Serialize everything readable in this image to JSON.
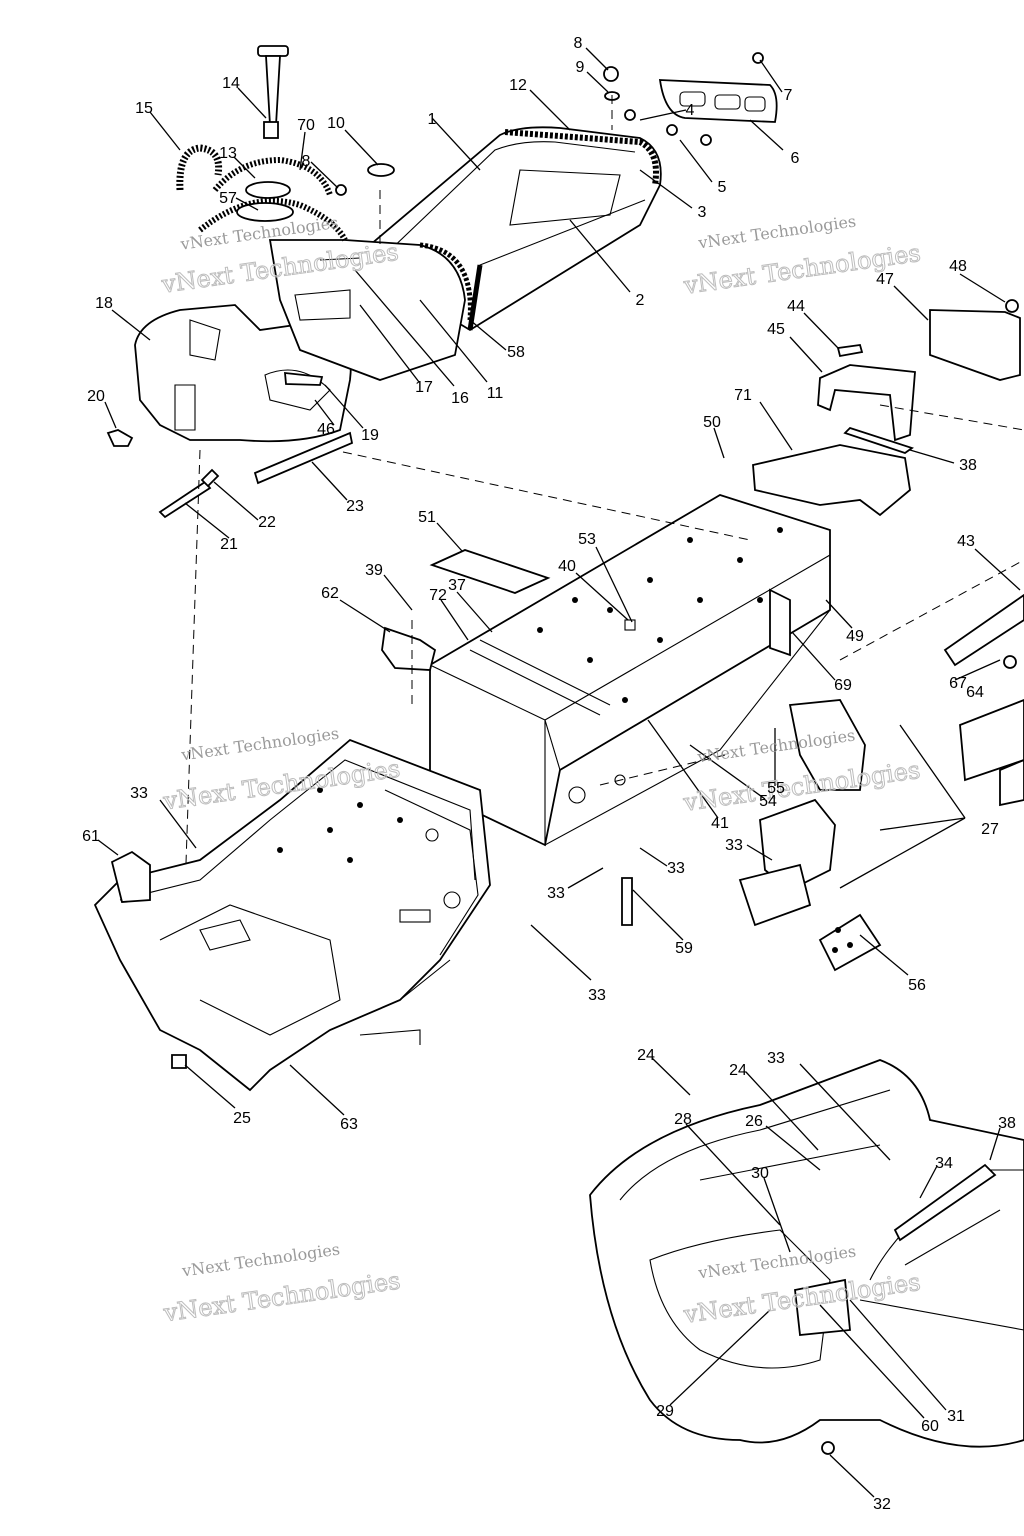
{
  "callouts": [
    {
      "num": "1"
    },
    {
      "num": "2"
    },
    {
      "num": "3"
    },
    {
      "num": "5"
    },
    {
      "num": "6"
    },
    {
      "num": "7"
    },
    {
      "num": "4"
    },
    {
      "num": "8"
    },
    {
      "num": "9"
    },
    {
      "num": "10"
    },
    {
      "num": "11"
    },
    {
      "num": "12"
    },
    {
      "num": "13"
    },
    {
      "num": "14"
    },
    {
      "num": "15"
    },
    {
      "num": "70"
    },
    {
      "num": "8"
    },
    {
      "num": "57"
    },
    {
      "num": "16"
    },
    {
      "num": "17"
    },
    {
      "num": "58"
    },
    {
      "num": "18"
    },
    {
      "num": "19"
    },
    {
      "num": "20"
    },
    {
      "num": "46"
    },
    {
      "num": "23"
    },
    {
      "num": "22"
    },
    {
      "num": "21"
    },
    {
      "num": "48"
    },
    {
      "num": "47"
    },
    {
      "num": "44"
    },
    {
      "num": "45"
    },
    {
      "num": "71"
    },
    {
      "num": "38"
    },
    {
      "num": "50"
    },
    {
      "num": "43"
    },
    {
      "num": "51"
    },
    {
      "num": "53"
    },
    {
      "num": "40"
    },
    {
      "num": "39"
    },
    {
      "num": "62"
    },
    {
      "num": "72"
    },
    {
      "num": "37"
    },
    {
      "num": "49"
    },
    {
      "num": "69"
    },
    {
      "num": "67"
    },
    {
      "num": "64"
    },
    {
      "num": "55"
    },
    {
      "num": "41"
    },
    {
      "num": "54"
    },
    {
      "num": "27"
    },
    {
      "num": "33"
    },
    {
      "num": "33"
    },
    {
      "num": "59"
    },
    {
      "num": "33"
    },
    {
      "num": "56"
    },
    {
      "num": "33"
    },
    {
      "num": "61"
    },
    {
      "num": "33"
    },
    {
      "num": "25"
    },
    {
      "num": "63"
    },
    {
      "num": "24"
    },
    {
      "num": "24"
    },
    {
      "num": "33"
    },
    {
      "num": "28"
    },
    {
      "num": "26"
    },
    {
      "num": "38"
    },
    {
      "num": "30"
    },
    {
      "num": "34"
    },
    {
      "num": "29"
    },
    {
      "num": "60"
    },
    {
      "num": "31"
    },
    {
      "num": "32"
    }
  ],
  "watermarks": [
    {
      "line1": "vNext Technologies",
      "line2": "vNext Technologies"
    },
    {
      "line1": "vNext Technologies",
      "line2": "vNext Technologies"
    },
    {
      "line1": "vNext Technologies",
      "line2": "vNext Technologies"
    },
    {
      "line1": "vNext Technologies",
      "line2": "vNext Technologies"
    },
    {
      "line1": "vNext Technologies",
      "line2": "vNext Technologies"
    },
    {
      "line1": "vNext Technologies",
      "line2": "vNext Technologies"
    }
  ]
}
